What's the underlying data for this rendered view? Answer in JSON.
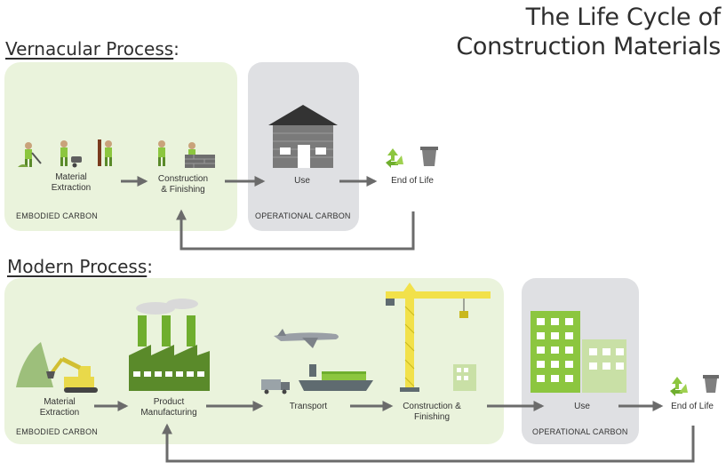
{
  "title": {
    "line1": "The Life Cycle of",
    "line2": "Construction Materials"
  },
  "vernacular": {
    "heading": "Vernacular Process",
    "colon": ":",
    "stages": {
      "extraction": "Material\nExtraction",
      "construction": "Construction\n& Finishing",
      "use": "Use",
      "end_of_life": "End of Life"
    },
    "embodied_label": "EMBODIED CARBON",
    "operational_label": "OPERATIONAL CARBON"
  },
  "modern": {
    "heading": "Modern Process",
    "colon": ":",
    "stages": {
      "extraction": "Material\nExtraction",
      "manufacturing": "Product\nManufacturing",
      "transport": "Transport",
      "construction": "Construction &\nFinishing",
      "use": "Use",
      "end_of_life": "End of Life"
    },
    "embodied_label": "EMBODIED CARBON",
    "operational_label": "OPERATIONAL CARBON"
  },
  "icons": {
    "workers": "worker-icon",
    "house": "house-icon",
    "recycle": "recycle-icon",
    "bin": "trash-bin-icon",
    "excavator": "excavator-icon",
    "factory": "factory-icon",
    "airplane": "airplane-icon",
    "truck": "truck-icon",
    "ship": "cargo-ship-icon",
    "crane": "crane-icon",
    "office": "office-building-icon"
  },
  "colors": {
    "panel_green": "#eaf3dc",
    "panel_gray": "#dfe0e3",
    "accent_green": "#8cc63f",
    "dark_green": "#5a8a2a",
    "crane_yellow": "#f2e14a",
    "arrow": "#6b6b6b"
  }
}
